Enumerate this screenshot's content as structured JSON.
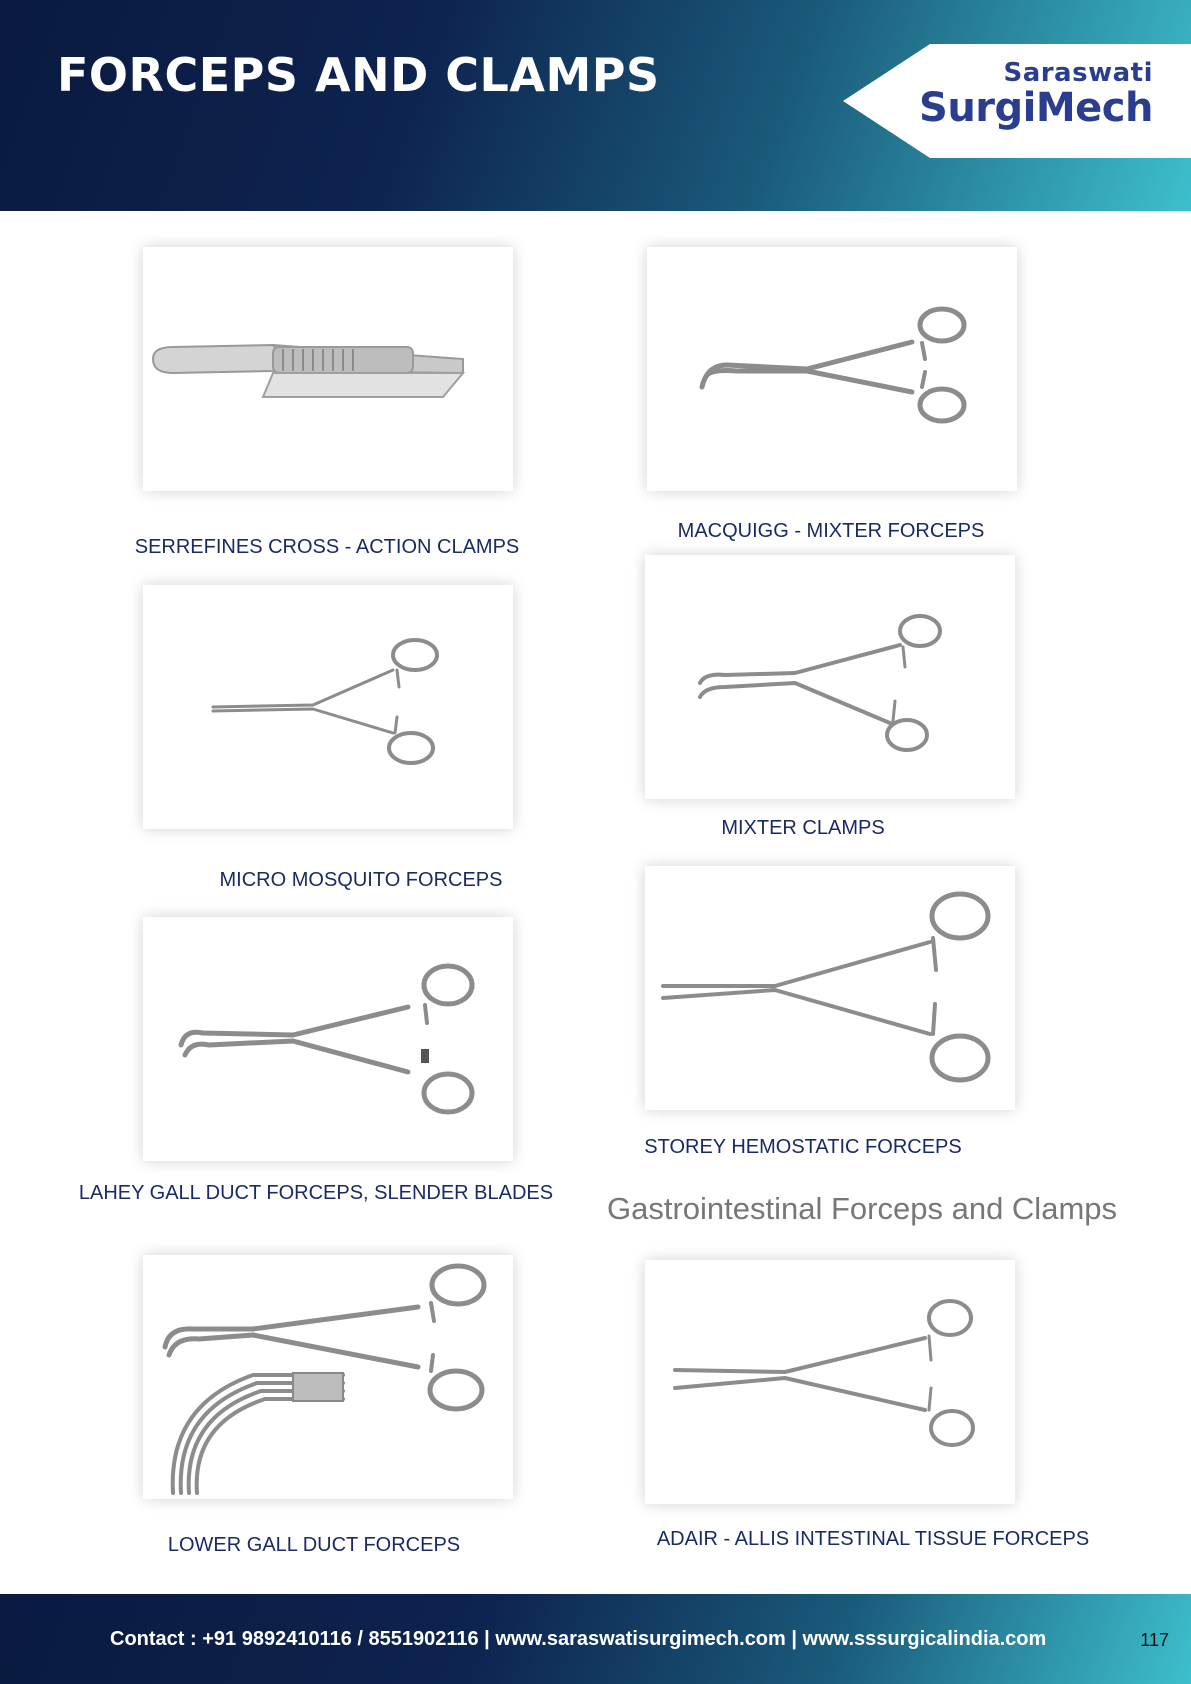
{
  "header": {
    "title": "FORCEPS AND CLAMPS",
    "logo_line1": "Saraswati",
    "logo_line2": "SurgiMech"
  },
  "products": [
    {
      "label": "SERREFINES CROSS - ACTION CLAMPS",
      "icon": "serrefine-clamp-image"
    },
    {
      "label": "MACQUIGG - MIXTER FORCEPS",
      "icon": "macquigg-forceps-image"
    },
    {
      "label": "MICRO MOSQUITO FORCEPS",
      "icon": "mosquito-forceps-image"
    },
    {
      "label": "MIXTER CLAMPS",
      "icon": "mixter-clamp-image"
    },
    {
      "label": "LAHEY GALL DUCT FORCEPS, SLENDER BLADES",
      "icon": "lahey-forceps-image"
    },
    {
      "label": "STOREY HEMOSTATIC FORCEPS",
      "icon": "storey-forceps-image"
    },
    {
      "label": "LOWER GALL DUCT FORCEPS",
      "icon": "lower-gall-duct-forceps-image"
    },
    {
      "label": "ADAIR - ALLIS INTESTINAL TISSUE FORCEPS",
      "icon": "adair-allis-forceps-image"
    }
  ],
  "section_title": "Gastrointestinal Forceps and Clamps",
  "footer": {
    "contact": "Contact : +91 9892410116 / 8551902116 | www.saraswatisurgimech.com | www.sssurgicalindia.com",
    "page_number": "117"
  }
}
